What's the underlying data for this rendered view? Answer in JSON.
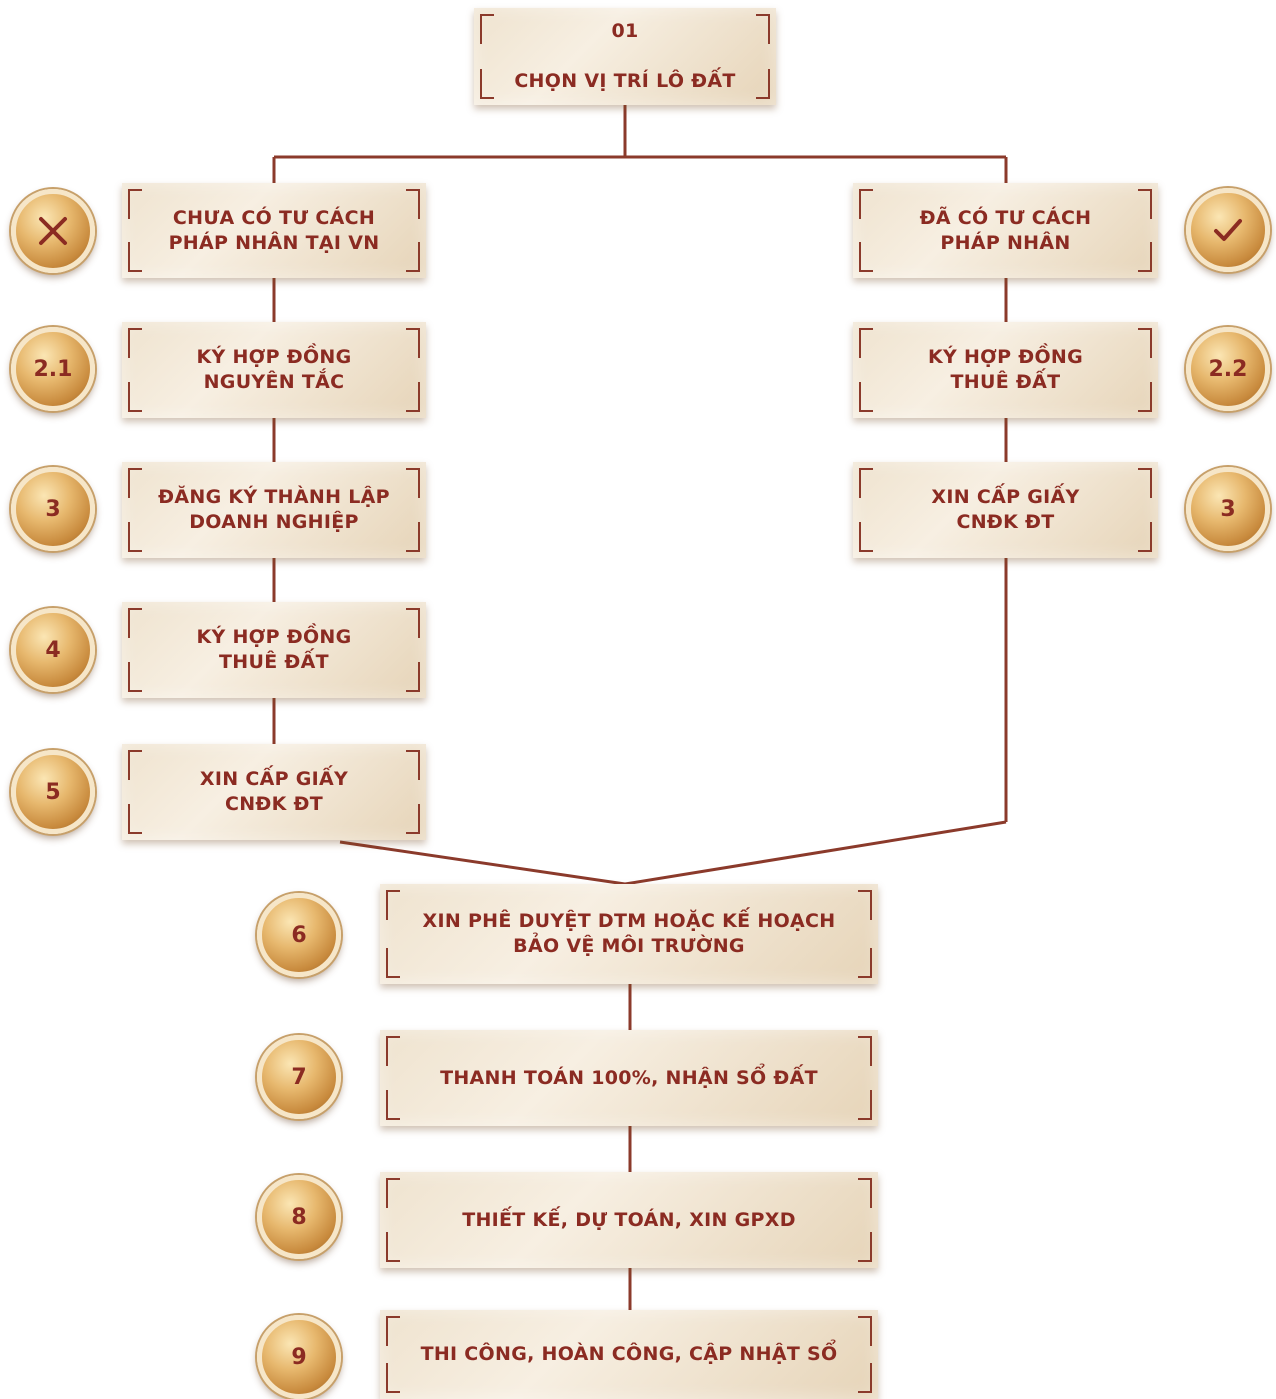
{
  "colors": {
    "accent": "#8b2b22",
    "line": "#8b3a2b",
    "box_fill": "#efe3cf",
    "badge_gold": "#d9a45a"
  },
  "top": {
    "number": "01",
    "label": "CHỌN VỊ TRÍ LÔ ĐẤT"
  },
  "left_branch": {
    "status_icon": "x-icon",
    "steps": [
      {
        "badge": "",
        "label": "CHƯA CÓ TƯ CÁCH\nPHÁP NHÂN TẠI VN"
      },
      {
        "badge": "2.1",
        "label": "KÝ HỢP ĐỒNG\nNGUYÊN TẮC"
      },
      {
        "badge": "3",
        "label": "ĐĂNG KÝ THÀNH LẬP\nDOANH NGHIỆP"
      },
      {
        "badge": "4",
        "label": "KÝ HỢP ĐỒNG\nTHUÊ ĐẤT"
      },
      {
        "badge": "5",
        "label": "XIN CẤP GIẤY\nCNĐK ĐT"
      }
    ]
  },
  "right_branch": {
    "status_icon": "check-icon",
    "steps": [
      {
        "badge": "",
        "label": "ĐÃ CÓ TƯ CÁCH\nPHÁP NHÂN"
      },
      {
        "badge": "2.2",
        "label": "KÝ HỢP ĐỒNG\nTHUÊ ĐẤT"
      },
      {
        "badge": "3",
        "label": "XIN CẤP GIẤY\nCNĐK ĐT"
      }
    ]
  },
  "common_steps": [
    {
      "badge": "6",
      "label": "XIN PHÊ DUYỆT DTM HOẶC KẾ HOẠCH\nBẢO VỆ MÔI TRƯỜNG"
    },
    {
      "badge": "7",
      "label": "THANH TOÁN 100%, NHẬN SỔ ĐẤT"
    },
    {
      "badge": "8",
      "label": "THIẾT KẾ, DỰ TOÁN, XIN GPXD"
    },
    {
      "badge": "9",
      "label": "THI CÔNG, HOÀN CÔNG, CẬP NHẬT SỔ"
    }
  ]
}
